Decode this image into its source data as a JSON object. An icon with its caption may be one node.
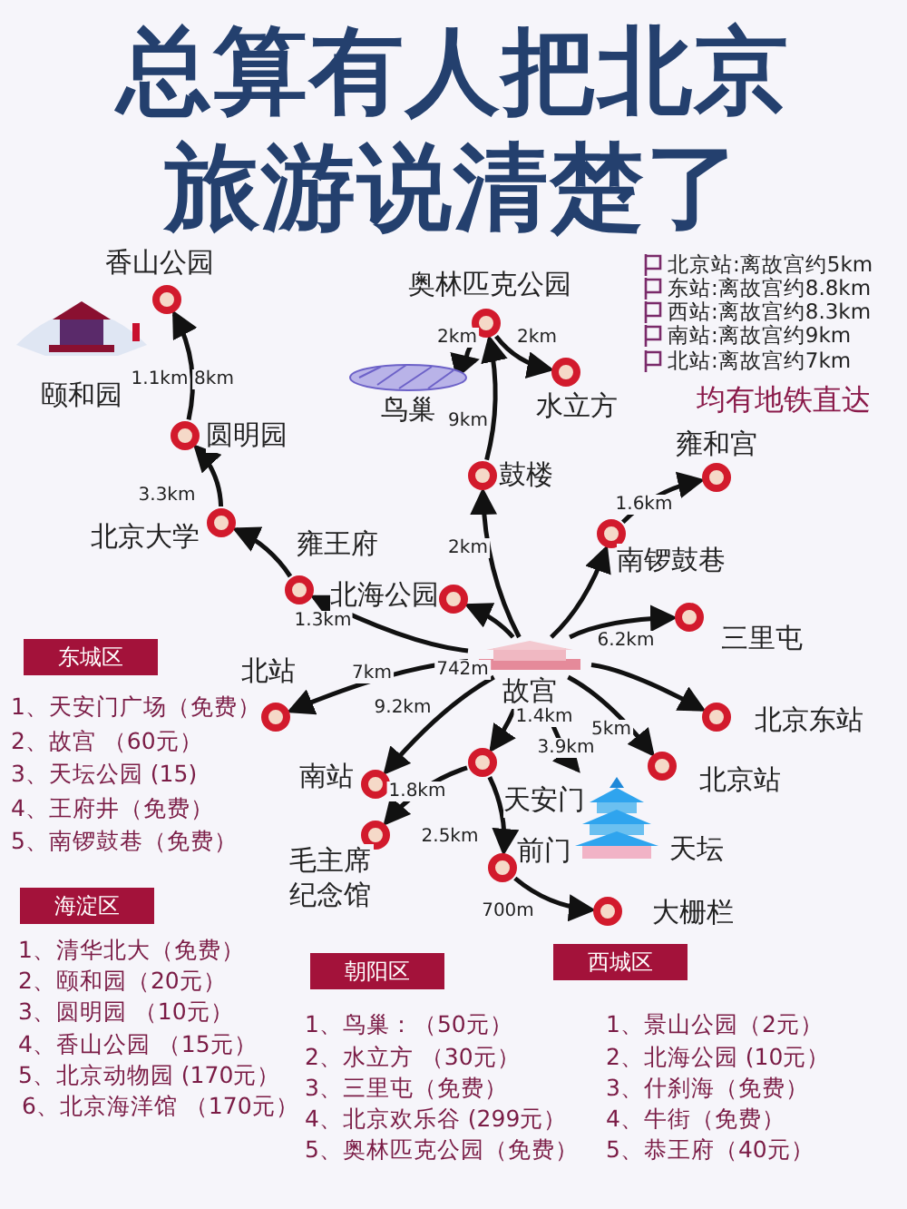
{
  "diagram": {
    "title": "总算有人把北京旅游说清楚了",
    "nodes": [
      {
        "text": [
          "香山公园"
        ]
      },
      {
        "text": [
          "颐和园"
        ]
      },
      {
        "text": [
          "圆明园"
        ]
      },
      {
        "text": [
          "北京大学"
        ]
      },
      {
        "text": [
          "雍王府"
        ]
      },
      {
        "text": [
          "奥林匹克公园"
        ]
      },
      {
        "text": [
          "鸟巢"
        ]
      },
      {
        "text": [
          "水立方"
        ]
      },
      {
        "text": [
          "鼓楼"
        ]
      },
      {
        "text": [
          "南锣鼓巷"
        ]
      },
      {
        "text": [
          "雍和宫"
        ]
      },
      {
        "text": [
          "北海公园"
        ]
      },
      {
        "text": [
          "三里屯"
        ]
      },
      {
        "text": [
          "故宫"
        ]
      },
      {
        "text": [
          "北站"
        ]
      },
      {
        "text": [
          "南站"
        ]
      },
      {
        "text": [
          "天安门"
        ]
      },
      {
        "text": [
          "毛主席纪念馆"
        ]
      },
      {
        "text": [
          "北京东站"
        ]
      },
      {
        "text": [
          "北京站"
        ]
      },
      {
        "text": [
          "天坛"
        ]
      },
      {
        "text": [
          "前门"
        ]
      },
      {
        "text": [
          "大栅栏"
        ]
      },
      {
        "text": [
          "东城区"
        ]
      },
      {
        "text": [
          "海淀区"
        ]
      },
      {
        "text": [
          "朝阳区"
        ]
      },
      {
        "text": [
          "西城区"
        ]
      }
    ],
    "edges": [
      {
        "from": 2,
        "to": 0,
        "arrow": "to",
        "label": "8km"
      },
      {
        "from": 3,
        "to": 2,
        "arrow": "to",
        "label": "3.3km"
      },
      {
        "from": 4,
        "to": 3,
        "arrow": "to"
      },
      {
        "from": 13,
        "to": 4,
        "arrow": "to",
        "label": "1.3km"
      },
      {
        "from": 5,
        "to": 6,
        "arrow": "to",
        "label": "2km"
      },
      {
        "from": 5,
        "to": 7,
        "arrow": "to",
        "label": "2km"
      },
      {
        "from": 8,
        "to": 5,
        "arrow": "to",
        "label": "9km"
      },
      {
        "from": 13,
        "to": 8,
        "arrow": "to",
        "label": "2km"
      },
      {
        "from": 13,
        "to": 9,
        "arrow": "to"
      },
      {
        "from": 9,
        "to": 10,
        "arrow": "to",
        "label": "1.6km"
      },
      {
        "from": 13,
        "to": 11,
        "arrow": "to"
      },
      {
        "from": 13,
        "to": 12,
        "arrow": "to",
        "label": "6.2km"
      },
      {
        "from": 13,
        "to": 14,
        "arrow": "to",
        "label": "9.2km"
      },
      {
        "from": 13,
        "to": 15,
        "arrow": "to",
        "label": "1.8km"
      },
      {
        "from": 13,
        "to": 16,
        "arrow": "to",
        "label": "1.4km"
      },
      {
        "from": 16,
        "to": 17,
        "arrow": "to",
        "label": "2.5km"
      },
      {
        "from": 16,
        "to": 21,
        "arrow": "to"
      },
      {
        "from": 21,
        "to": 22,
        "arrow": "to",
        "label": "700m"
      },
      {
        "from": 13,
        "to": 20,
        "arrow": "to",
        "label": "3.9km"
      },
      {
        "from": 13,
        "to": 19,
        "arrow": "to",
        "label": "5km"
      },
      {
        "from": 13,
        "to": 18,
        "arrow": "to"
      }
    ],
    "labels": [
      "北京站:离故宫约5km",
      "东站:离故宫约8.8km",
      "西站:离故宫约8.3km",
      "南站:离故宫约9km",
      "北站:离故宫约7km",
      "均有地铁直达",
      "1.1km",
      "7km",
      "742m",
      "1、天安门广场（免费）",
      "2、故宫 （60元）",
      "3、天坛公园 (15)",
      "4、王府井（免费）",
      "5、南锣鼓巷（免费）",
      "1、清华北大（免费）",
      "2、颐和园（20元）",
      "3、圆明园 （10元）",
      "4、香山公园 （15元）",
      "5、北京动物园 (170元）",
      "6、北京海洋馆 （170元）",
      "1、鸟巢：（50元）",
      "2、水立方 （30元）",
      "3、三里屯（免费）",
      "4、北京欢乐谷 (299元）",
      "5、奥林匹克公园（免费）",
      "1、景山公园（2元）",
      "2、北海公园 (10元）",
      "3、什刹海（免费）",
      "4、牛街（免费）",
      "5、恭王府（40元）"
    ]
  }
}
